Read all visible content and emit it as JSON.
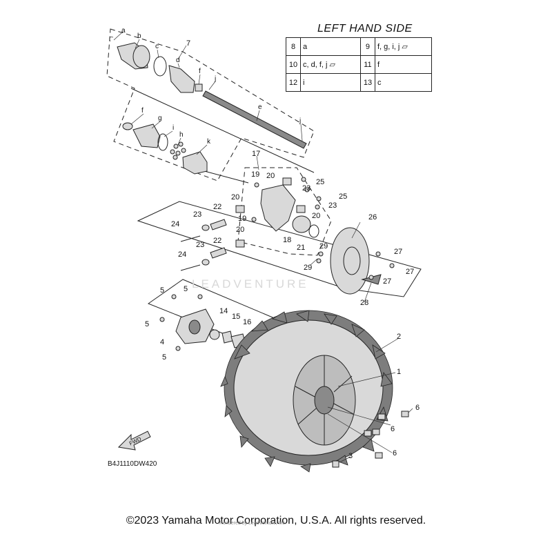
{
  "table": {
    "title": "LEFT HAND SIDE",
    "rows": [
      [
        {
          "num": "8",
          "text": "a",
          "cartridge": false
        },
        {
          "num": "9",
          "text": "f, g, i, j",
          "cartridge": true
        }
      ],
      [
        {
          "num": "10",
          "text": "c, d, f, j",
          "cartridge": true
        },
        {
          "num": "11",
          "text": "f",
          "cartridge": false
        }
      ],
      [
        {
          "num": "12",
          "text": "i",
          "cartridge": false
        },
        {
          "num": "13",
          "text": "c",
          "cartridge": false
        }
      ]
    ]
  },
  "callouts": {
    "a": "a",
    "b": "b",
    "c": "c",
    "d": "d",
    "e": "e",
    "f": "f",
    "g": "g",
    "h": "h",
    "i": "i",
    "j": "j",
    "k": "k",
    "n1": "1",
    "n2": "2",
    "n3": "3",
    "n4": "4",
    "n5": "5",
    "n6": "6",
    "n7": "7",
    "n14": "14",
    "n15": "15",
    "n16": "16",
    "n17": "17",
    "n18": "18",
    "n19": "19",
    "n20": "20",
    "n21": "21",
    "n22": "22",
    "n23": "23",
    "n24": "24",
    "n25": "25",
    "n26": "26",
    "n27": "27",
    "n28": "28",
    "n29": "29"
  },
  "fwd_label": "FWD",
  "diagram_code": "B4J1110DW420",
  "watermark": "LEADVENTURE",
  "rendered_by": "Rendered by LeadVenture, Inc.",
  "copyright": "©2023 Yamaha Motor Corporation, U.S.A. All rights reserved."
}
